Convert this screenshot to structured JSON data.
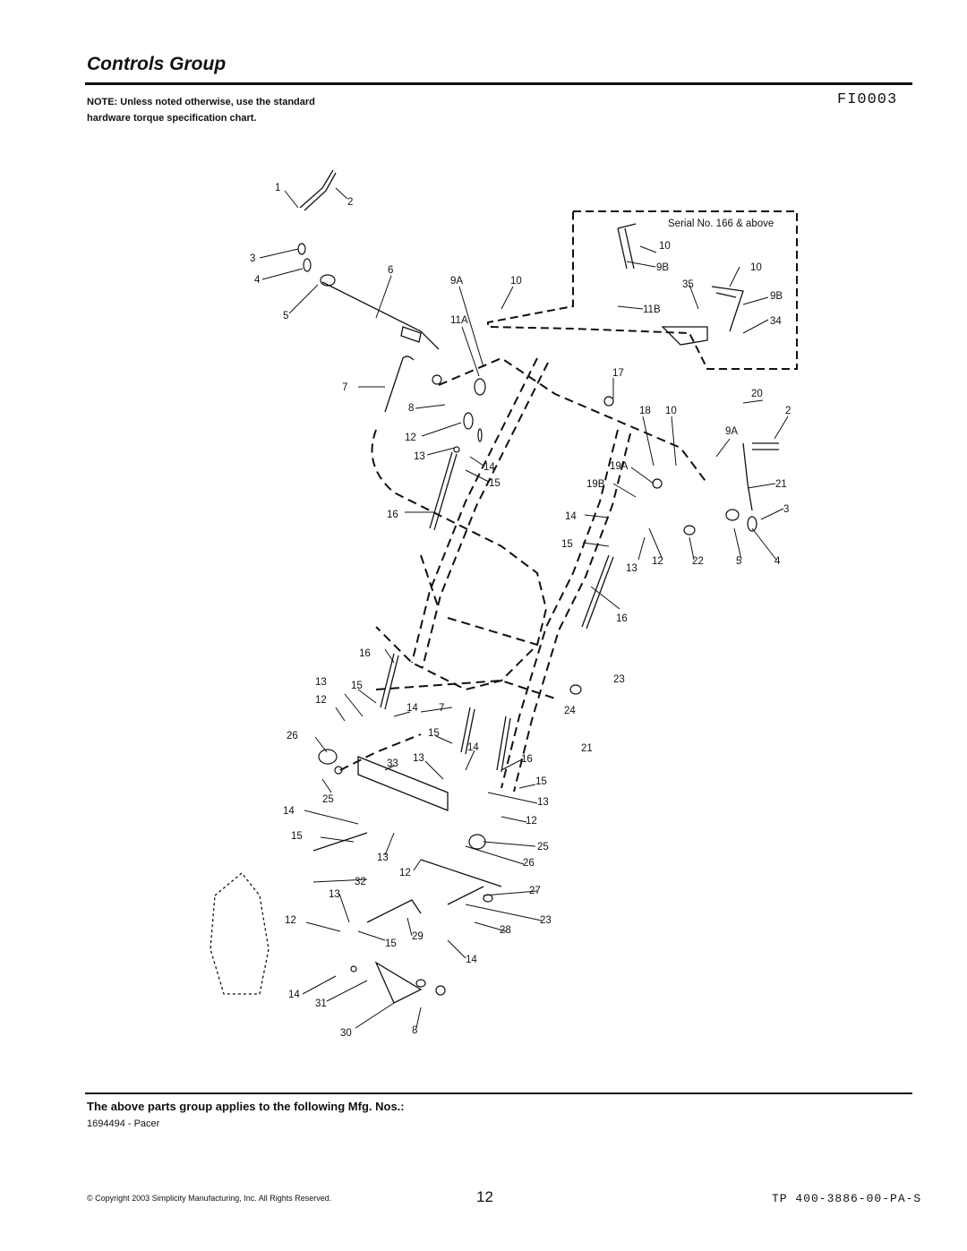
{
  "header": {
    "title": "Controls Group",
    "figure_id": "FI0003"
  },
  "note": "NOTE: Unless noted otherwise, use the standard hardware torque specification chart.",
  "inset_label": "Serial No. 166 & above",
  "callouts": {
    "c1": "1",
    "c2": "2",
    "c3": "3",
    "c4": "4",
    "c5": "5",
    "c6": "6",
    "c9A": "9A",
    "c10": "10",
    "c11A": "11A",
    "c7": "7",
    "c8": "8",
    "c12": "12",
    "c13": "13",
    "c14": "14",
    "c15": "15",
    "c16": "16",
    "i10a": "10",
    "i9Ba": "9B",
    "i10b": "10",
    "i35": "35",
    "i9Bb": "9B",
    "i11B": "11B",
    "i34": "34",
    "r17": "17",
    "r20": "20",
    "r18": "18",
    "r10": "10",
    "r2": "2",
    "r9A": "9A",
    "r19A": "19A",
    "r19B": "19B",
    "r21": "21",
    "r14": "14",
    "r3": "3",
    "r15": "15",
    "r13": "13",
    "r12": "12",
    "r22": "22",
    "r5": "5",
    "r4": "4",
    "r16": "16",
    "l16": "16",
    "l13": "13",
    "l15": "15",
    "l12": "12",
    "l14": "14",
    "l7": "7",
    "l26": "26",
    "l33": "33",
    "l25": "25",
    "m23": "23",
    "m24": "24",
    "m15": "15",
    "m14": "14",
    "m13": "13",
    "m21": "21",
    "m16": "16",
    "m15b": "15",
    "m13b": "13",
    "m12": "12",
    "m25": "25",
    "m26": "26",
    "b14": "14",
    "b15": "15",
    "b13": "13",
    "b12": "12",
    "b32": "32",
    "b13b": "13",
    "b27": "27",
    "b12b": "12",
    "b23": "23",
    "b28": "28",
    "b15b": "15",
    "b29": "29",
    "b14b": "14",
    "b14c": "14",
    "b31": "31",
    "b30": "30",
    "b8": "8"
  },
  "footer": {
    "applies_text": "The above parts group applies to the following Mfg. Nos.:",
    "mfg_numbers": "1694494 - Pacer",
    "copyright": "© Copyright 2003 Simplicity Manufacturing, Inc. All Rights Reserved.",
    "page_number": "12",
    "document_number": "TP 400-3886-00-PA-S"
  }
}
